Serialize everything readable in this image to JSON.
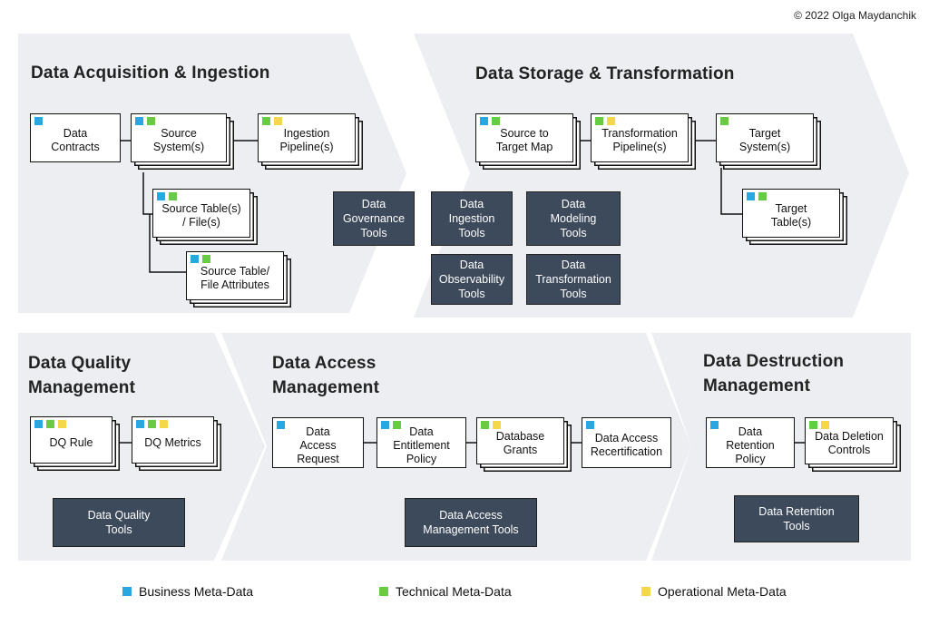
{
  "copyright": "© 2022 Olga Maydanchik",
  "sections": {
    "acquisition": "Data Acquisition & Ingestion",
    "storage": "Data Storage & Transformation",
    "quality": [
      "Data Quality",
      "Management"
    ],
    "access": [
      "Data Access",
      "Management"
    ],
    "destruction": [
      "Data Destruction",
      "Management"
    ]
  },
  "boxes": {
    "data_contracts": [
      "Data",
      "Contracts"
    ],
    "source_systems": [
      "Source",
      "System(s)"
    ],
    "ingestion_pipeline": [
      "Ingestion",
      "Pipeline(s)"
    ],
    "source_tables": [
      "Source Table(s)",
      "/ File(s)"
    ],
    "source_attributes": [
      "Source Table/",
      "File Attributes"
    ],
    "source_target_map": [
      "Source to",
      "Target Map"
    ],
    "transformation_pipeline": [
      "Transformation",
      "Pipeline(s)"
    ],
    "target_systems": [
      "Target",
      "System(s)"
    ],
    "target_tables": [
      "Target",
      "Table(s)"
    ],
    "dq_rule": [
      "DQ Rule"
    ],
    "dq_metrics": [
      "DQ Metrics"
    ],
    "access_request": [
      "Data",
      "Access",
      "Request"
    ],
    "entitlement_policy": [
      "Data",
      "Entitlement",
      "Policy"
    ],
    "database_grants": [
      "Database",
      "Grants"
    ],
    "access_recertification": [
      "Data Access",
      "Recertification"
    ],
    "retention_policy": [
      "Data",
      "Retention",
      "Policy"
    ],
    "deletion_controls": [
      "Data Deletion",
      "Controls"
    ]
  },
  "tools": {
    "governance": [
      "Data",
      "Governance",
      "Tools"
    ],
    "ingestion": [
      "Data",
      "Ingestion",
      "Tools"
    ],
    "modeling": [
      "Data",
      "Modeling",
      "Tools"
    ],
    "observability": [
      "Data",
      "Observability",
      "Tools"
    ],
    "transformation": [
      "Data",
      "Transformation",
      "Tools"
    ],
    "quality": [
      "Data Quality",
      "Tools"
    ],
    "access": [
      "Data Access",
      "Management Tools"
    ],
    "retention": [
      "Data Retention",
      "Tools"
    ]
  },
  "legend": {
    "business": "Business Meta-Data",
    "technical": "Technical Meta-Data",
    "operational": "Operational Meta-Data"
  },
  "colors": {
    "business": "#29a8e0",
    "technical": "#66cc44",
    "operational": "#f5d84a",
    "tool_bg": "#3d4a5c",
    "chevron_bg": "#eceef2"
  }
}
